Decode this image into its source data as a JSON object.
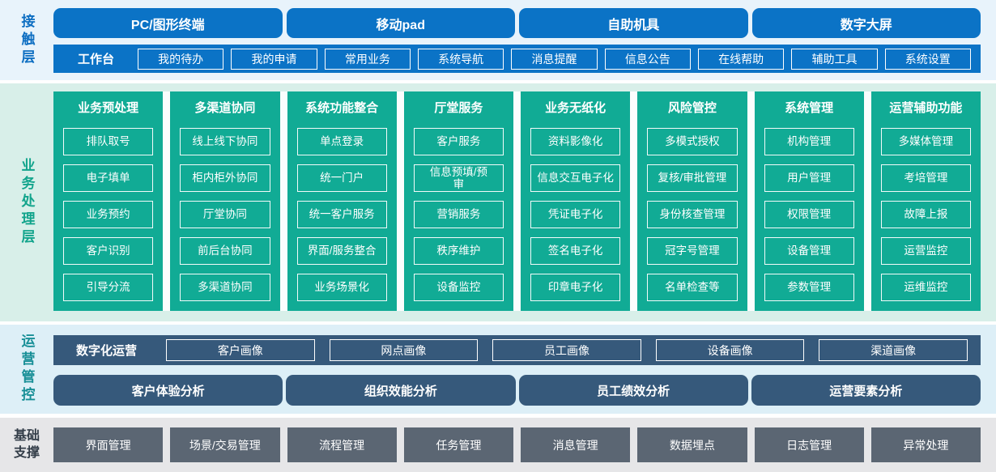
{
  "colors": {
    "blue": "#0b73c6",
    "blue_section_bg": "#e8f3fb",
    "green": "#11ab95",
    "green_section_bg": "#d8efe9",
    "navy": "#36597b",
    "navy_section_bg": "#ddeff7",
    "gray": "#5b6673",
    "gray_section_bg": "#e6e6e8",
    "blue_label_text": "#0d6ec2",
    "green_label_text": "#12a48c",
    "teal_label_text": "#188f97",
    "dark_label_text": "#333d48"
  },
  "contact_layer": {
    "label": "接触层",
    "terminals": [
      "PC/图形终端",
      "移动pad",
      "自助机具",
      "数字大屏"
    ],
    "workbench": {
      "label": "工作台",
      "items": [
        "我的待办",
        "我的申请",
        "常用业务",
        "系统导航",
        "消息提醒",
        "信息公告",
        "在线帮助",
        "辅助工具",
        "系统设置"
      ]
    }
  },
  "business_layer": {
    "label": "业务处理层",
    "columns": [
      {
        "title": "业务预处理",
        "items": [
          "排队取号",
          "电子填单",
          "业务预约",
          "客户识别",
          "引导分流"
        ]
      },
      {
        "title": "多渠道协同",
        "items": [
          "线上线下协同",
          "柜内柜外协同",
          "厅堂协同",
          "前后台协同",
          "多渠道协同"
        ]
      },
      {
        "title": "系统功能整合",
        "items": [
          "单点登录",
          "统一门户",
          "统一客户服务",
          "界面/服务整合",
          "业务场景化"
        ]
      },
      {
        "title": "厅堂服务",
        "items": [
          "客户服务",
          "信息预填/预审",
          "营销服务",
          "秩序维护",
          "设备监控"
        ]
      },
      {
        "title": "业务无纸化",
        "items": [
          "资料影像化",
          "信息交互电子化",
          "凭证电子化",
          "签名电子化",
          "印章电子化"
        ]
      },
      {
        "title": "风险管控",
        "items": [
          "多模式授权",
          "复核/审批管理",
          "身份核查管理",
          "冠字号管理",
          "名单检查等"
        ]
      },
      {
        "title": "系统管理",
        "items": [
          "机构管理",
          "用户管理",
          "权限管理",
          "设备管理",
          "参数管理"
        ]
      },
      {
        "title": "运营辅助功能",
        "items": [
          "多媒体管理",
          "考培管理",
          "故障上报",
          "运营监控",
          "运维监控"
        ]
      }
    ]
  },
  "operations_layer": {
    "label": "运营管控",
    "digital_row": {
      "label": "数字化运营",
      "items": [
        "客户画像",
        "网点画像",
        "员工画像",
        "设备画像",
        "渠道画像"
      ]
    },
    "analysis": [
      "客户体验分析",
      "组织效能分析",
      "员工绩效分析",
      "运营要素分析"
    ]
  },
  "foundation_layer": {
    "label": "基础支撑",
    "items": [
      "界面管理",
      "场景/交易管理",
      "流程管理",
      "任务管理",
      "消息管理",
      "数据埋点",
      "日志管理",
      "异常处理"
    ]
  }
}
